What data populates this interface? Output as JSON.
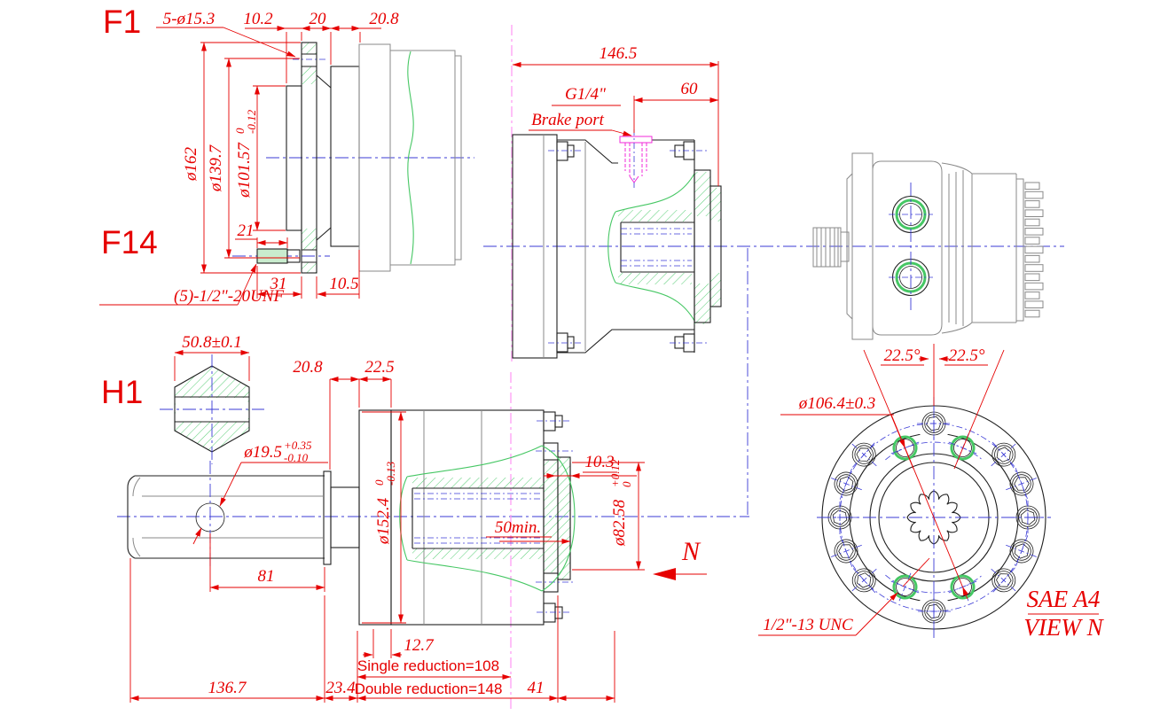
{
  "labels": {
    "f1": "F1",
    "f14": "F14",
    "h1": "H1",
    "n_arrow": "N",
    "sae": "SAE A4",
    "view_n": "VIEW N"
  },
  "front_view": {
    "bolt_holes": "5-ø15.3",
    "d_102": "10.2",
    "d_20": "20",
    "d_208": "20.8",
    "dia_162": "ø162",
    "dia_1397": "ø139.7",
    "dia_10157": "ø101.57",
    "dia_10157_hi": "0",
    "dia_10157_lo": "-0.12",
    "d_21": "21",
    "d_31": "31",
    "d_105": "10.5",
    "stud_spec": "(5)-1/2\"-20UNF"
  },
  "section_view": {
    "d_1465": "146.5",
    "d_60": "60",
    "port_size": "G1/4\"",
    "port_label": "Brake port"
  },
  "bottom_view": {
    "hex": "50.8±0.1",
    "d_208": "20.8",
    "d_225": "22.5",
    "hole": "ø19.5",
    "hole_hi": "+0.35",
    "hole_lo": "-0.10",
    "d_81": "81",
    "d_1367": "136.7",
    "d_234": "23.4",
    "dia_1524": "ø152.4",
    "dia_1524_hi": "0",
    "dia_1524_lo": "-0.13",
    "spline_len": "50min.",
    "d_103": "10.3",
    "dia_8258": "ø82.58",
    "dia_8258_hi": "+0.12",
    "dia_8258_lo": "0",
    "d_127": "12.7",
    "single": "Single reduction=108",
    "double": "Double reduction=148",
    "d_41": "41"
  },
  "flange_view": {
    "ang_l": "22.5°",
    "ang_r": "22.5°",
    "bc": "ø106.4±0.3",
    "thread": "1/2\"-13 UNC"
  },
  "colors": {
    "dim": "#e60000",
    "geom": "#1f1f1f",
    "center": "#3b3bd6",
    "hatch": "#46c764",
    "section": "#ff9ff3",
    "port": "#f02ad8"
  }
}
